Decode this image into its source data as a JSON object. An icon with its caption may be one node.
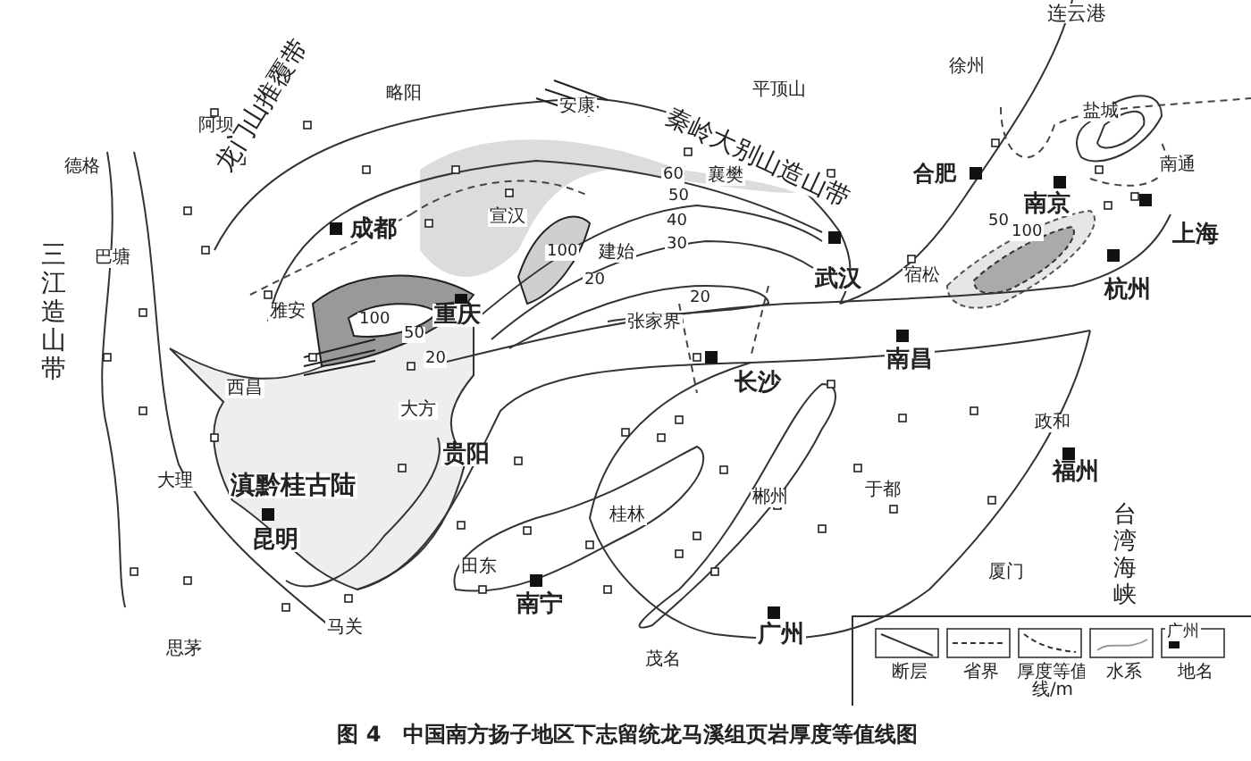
{
  "diagram": {
    "caption": "图 4　中国南方扬子地区下志留统龙马溪组页岩厚度等值线图",
    "labels": [
      "连云港",
      "略阳",
      "安康",
      "徐州",
      "平顶山",
      "阿坝",
      "德格",
      "秦岭大别山造山带",
      "龙门山推覆带",
      "合肥",
      "盐城",
      "南京",
      "南通",
      "成都",
      "宣汉",
      "襄樊",
      "上海",
      "三江造山带",
      "巴塘",
      "建始",
      "武汉",
      "宿松",
      "杭州",
      "雅安",
      "重庆",
      "张家界",
      "南昌",
      "西昌",
      "长沙",
      "大方",
      "贵阳",
      "大理",
      "滇黔桂古陆",
      "昆明",
      "政和",
      "福州",
      "台湾海峡",
      "桂林",
      "郴州",
      "于都",
      "田东",
      "厦门",
      "南宁",
      "马关",
      "广州",
      "思茅",
      "茂名",
      "60",
      "50",
      "40",
      "30",
      "20",
      "50",
      "100",
      "100",
      "50",
      "20",
      "100",
      "20",
      "广州"
    ],
    "legend": [
      {
        "text": "断层"
      },
      {
        "text": "省界"
      },
      {
        "text": "厚度等值线/m"
      },
      {
        "text": "水系"
      },
      {
        "text": "地名"
      }
    ]
  }
}
